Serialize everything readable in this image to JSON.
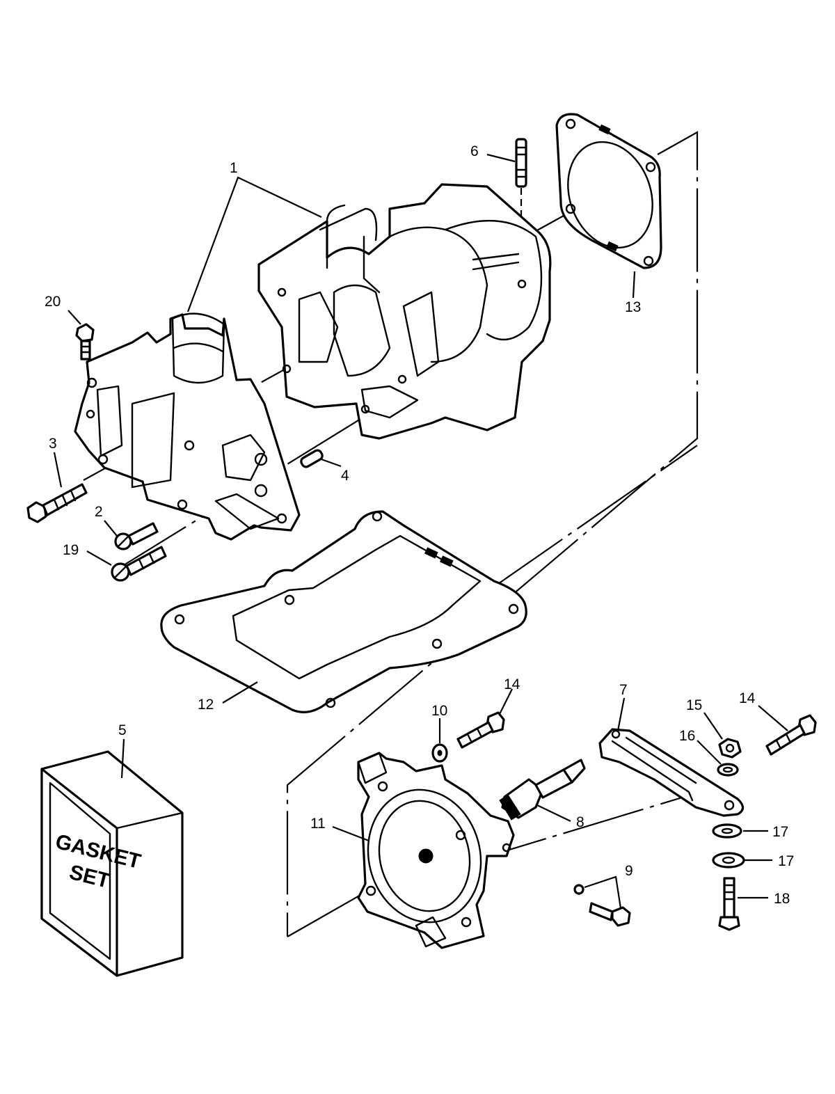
{
  "gasket_set_box": {
    "line1": "GASKET",
    "line2": "SET"
  },
  "callouts": {
    "c1": "1",
    "c2": "2",
    "c3": "3",
    "c4": "4",
    "c5": "5",
    "c6": "6",
    "c7": "7",
    "c8": "8",
    "c9": "9",
    "c10": "10",
    "c11": "11",
    "c12": "12",
    "c13": "13",
    "c14a": "14",
    "c14b": "14",
    "c15": "15",
    "c16": "16",
    "c17a": "17",
    "c17b": "17",
    "c18": "18",
    "c19": "19",
    "c20": "20"
  }
}
